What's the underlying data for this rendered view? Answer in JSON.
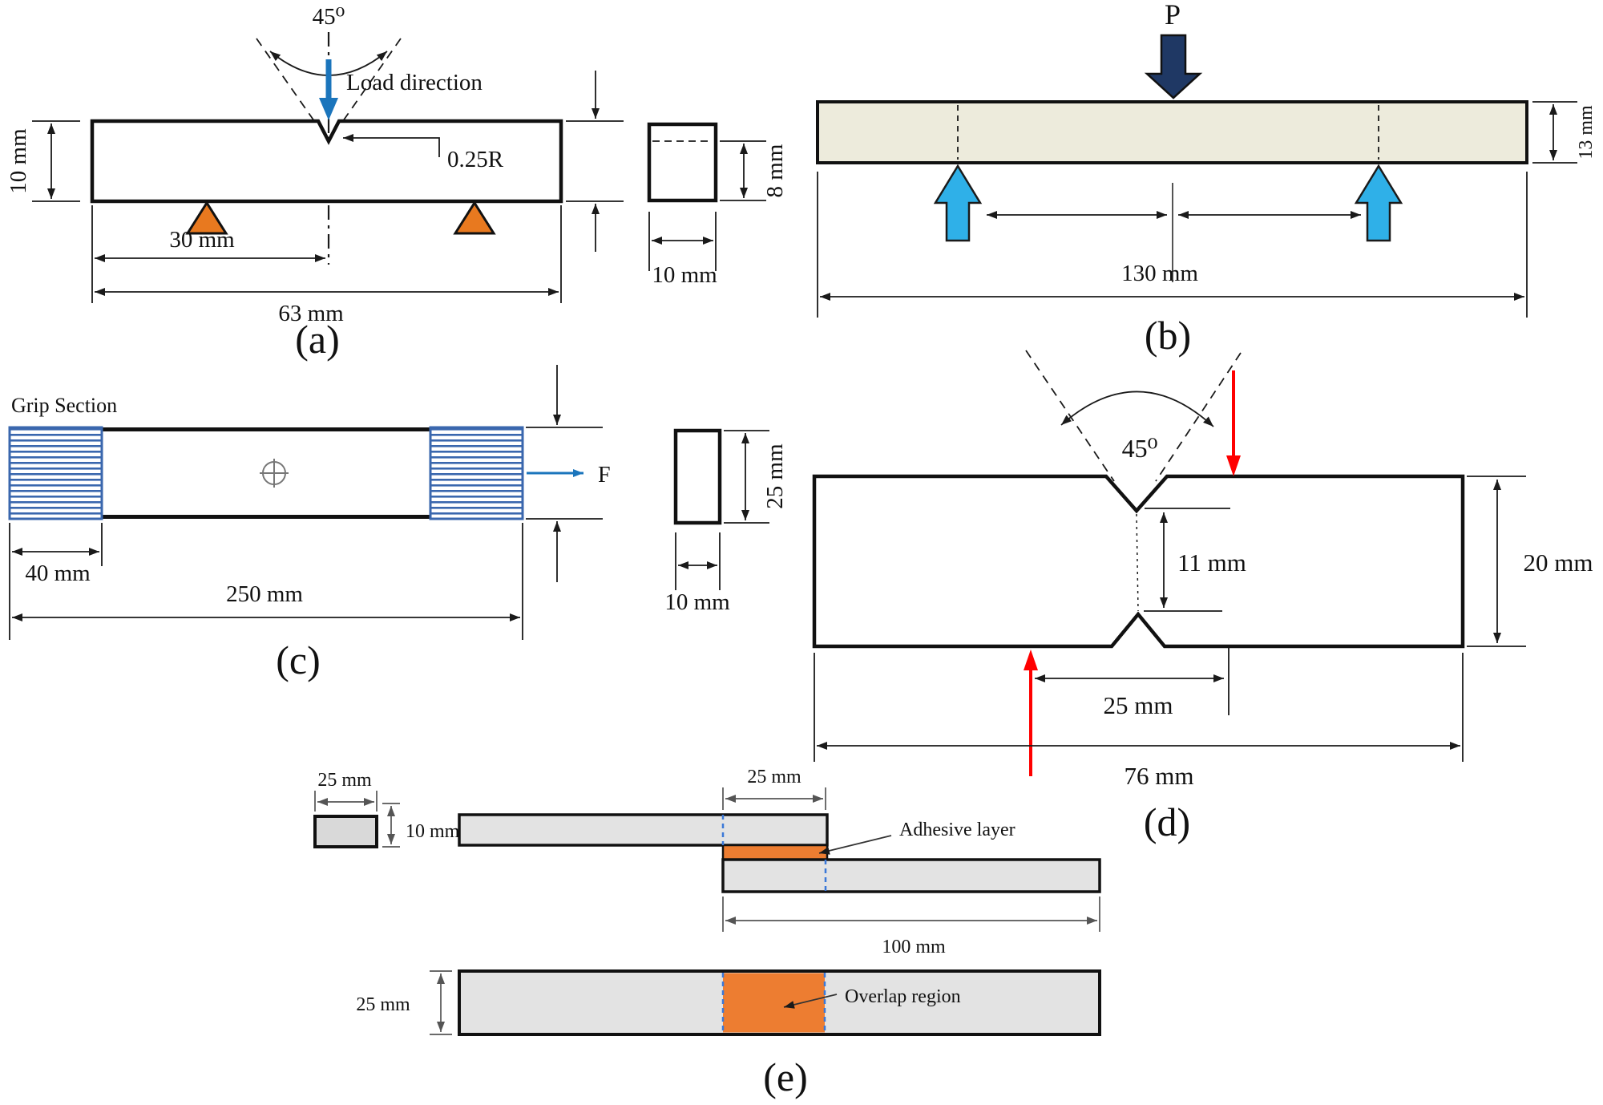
{
  "colors": {
    "ink": "#111111",
    "load_blue": "#1B75BC",
    "navy": "#1F3864",
    "cyan": "#2FB0E8",
    "orange_support": "#E8791F",
    "orange_adhesive": "#ED7D31",
    "red": "#FF0000",
    "beam_fill": "#EDEBDC",
    "gray_fill": "#E2E2E2",
    "grip_blue": "#3A67AE",
    "dash_blue": "#3B78D8"
  },
  "fig_a": {
    "label": "(a)",
    "angle": "45⁰",
    "load_direction": "Load direction",
    "notch_radius": "0.25R",
    "height": "10 mm",
    "half_span": "30 mm",
    "total_length": "63 mm"
  },
  "section_a": {
    "height": "8 mm",
    "width": "10 mm"
  },
  "fig_b": {
    "label": "(b)",
    "load": "P",
    "span": "130 mm",
    "thickness": "13 mm"
  },
  "fig_c": {
    "label": "(c)",
    "grip_title": "Grip Section",
    "grip_length": "40 mm",
    "total_length": "250 mm",
    "force": "F"
  },
  "section_c": {
    "height": "25 mm",
    "width": "10 mm"
  },
  "fig_d": {
    "label": "(d)",
    "angle": "45⁰",
    "notch_distance": "11 mm",
    "height": "20 mm",
    "notch_offset": "25 mm",
    "total_length": "76 mm"
  },
  "fig_e": {
    "label": "(e)",
    "section_width": "25 mm",
    "section_thickness": "10 mm",
    "overlap_length_top": "25 mm",
    "adhesive_label": "Adhesive layer",
    "lower_adherend_length": "100 mm",
    "strip_width": "25 mm",
    "overlap_label": "Overlap region"
  }
}
